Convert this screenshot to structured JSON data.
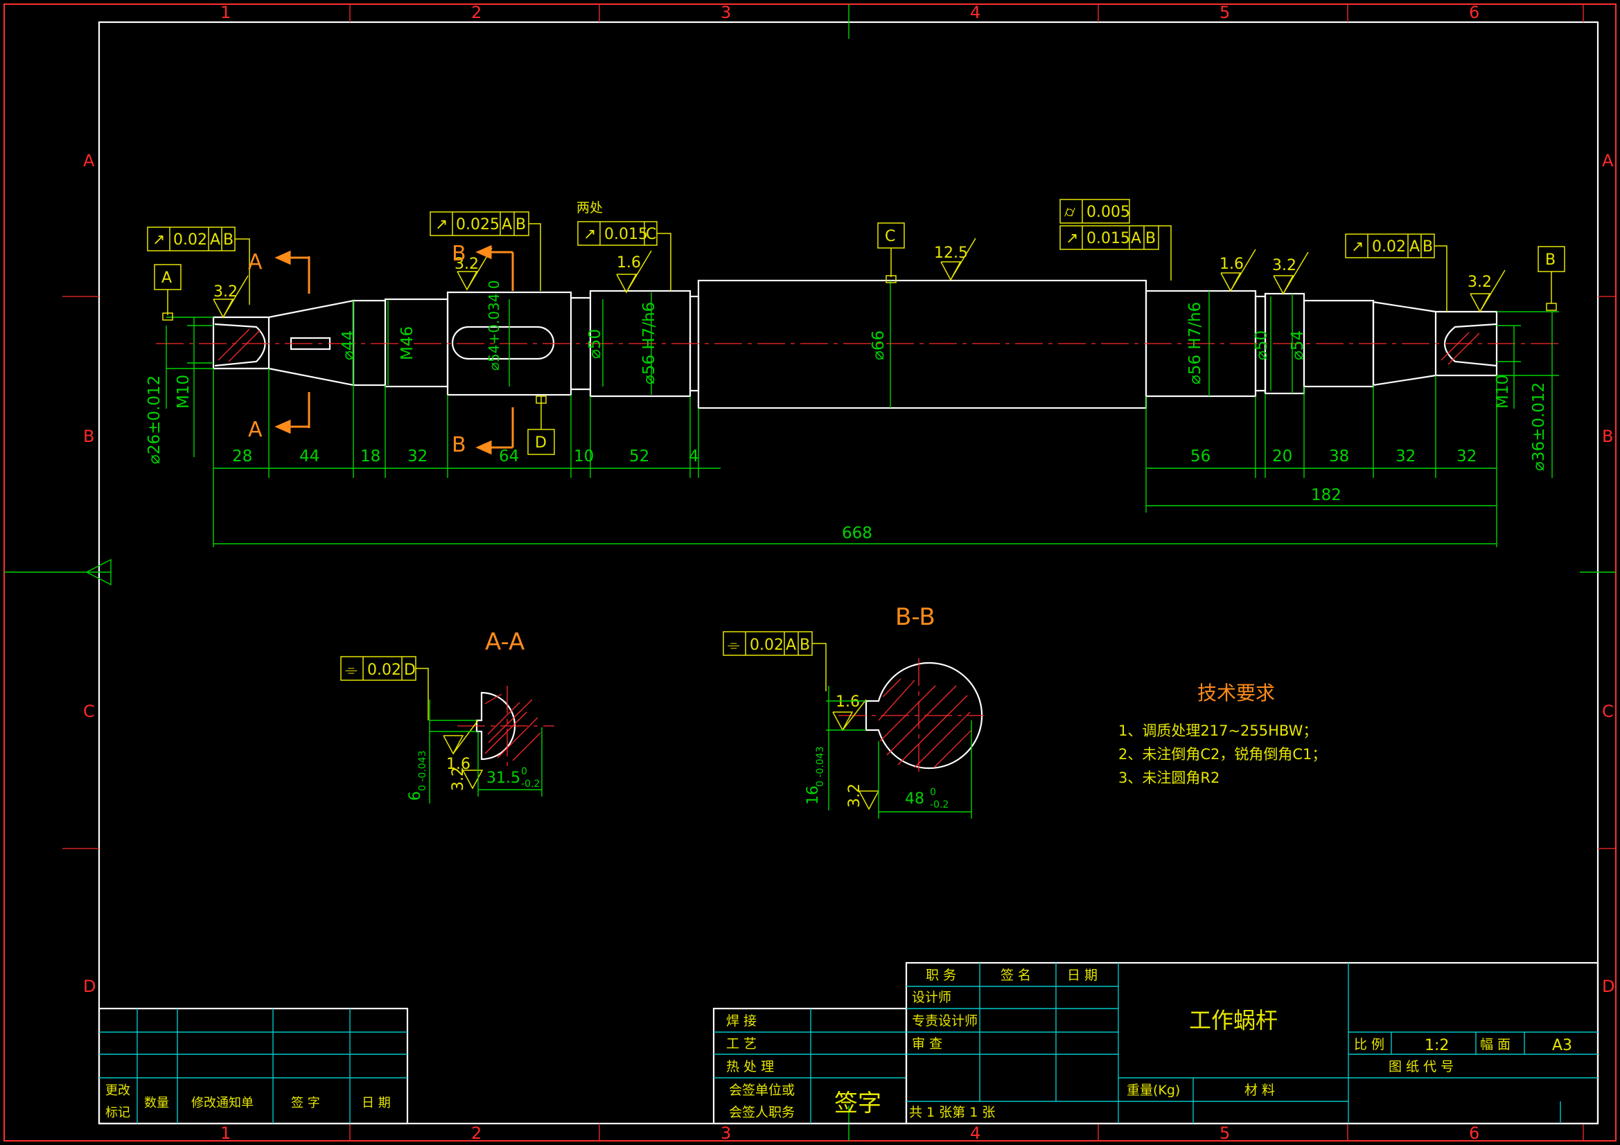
{
  "frame": {
    "zone_columns": [
      "1",
      "2",
      "3",
      "4",
      "5",
      "6"
    ],
    "zone_rows": [
      "A",
      "B",
      "C",
      "D"
    ]
  },
  "dimensions": {
    "linear": [
      "28",
      "44",
      "18",
      "32",
      "64",
      "10",
      "52",
      "4",
      "56",
      "20",
      "38",
      "32",
      "32"
    ],
    "overall_right": "182",
    "overall_total": "668",
    "diameters": [
      "⌀44",
      "M46",
      "⌀54+0.034 0",
      "⌀50",
      "⌀56 H7/h6",
      "⌀66",
      "⌀56 H7/h6",
      "⌀50",
      "⌀54"
    ],
    "left_dia": "⌀26±0.012",
    "left_thread": "M10",
    "right_dia": "⌀36±0.012",
    "right_thread": "M10"
  },
  "roughness": [
    "3.2",
    "3.2",
    "1.6",
    "12.5",
    "1.6",
    "3.2",
    "3.2"
  ],
  "note_two_places": "两处",
  "tolerance_frames": [
    {
      "sym": "↗",
      "val": "0.02",
      "refs": [
        "A",
        "B"
      ]
    },
    {
      "sym": "↗",
      "val": "0.025",
      "refs": [
        "A",
        "B"
      ]
    },
    {
      "sym": "↗",
      "val": "0.015",
      "refs": [
        "C"
      ]
    },
    {
      "sym": "⌭",
      "val": "0.005",
      "refs": []
    },
    {
      "sym": "↗",
      "val": "0.015",
      "refs": [
        "A",
        "B"
      ]
    },
    {
      "sym": "↗",
      "val": "0.02",
      "refs": [
        "A",
        "B"
      ]
    }
  ],
  "datums": [
    "A",
    "B",
    "C",
    "D"
  ],
  "section_marks": {
    "a": "A",
    "b": "B"
  },
  "section_aa": {
    "title": "A-A",
    "frame_sym": "⌯",
    "frame_val": "0.02",
    "frame_ref": "D",
    "rough1": "1.6",
    "rough2": "3.2",
    "width": "31.5",
    "width_tol_up": "0",
    "width_tol_low": "-0.2",
    "key": "6",
    "key_tol": "0 -0.043"
  },
  "section_bb": {
    "title": "B-B",
    "frame_sym": "⌯",
    "frame_val": "0.02",
    "frame_refs": [
      "A",
      "B"
    ],
    "rough1": "1.6",
    "rough2": "3.2",
    "width": "48",
    "width_tol_up": "0",
    "width_tol_low": "-0.2",
    "key": "16",
    "key_tol": "0 -0.043"
  },
  "tech_req": {
    "title": "技术要求",
    "items": [
      "1、调质处理217~255HBW；",
      "2、未注倒角C2，锐角倒角C1；",
      "3、未注圆角R2"
    ]
  },
  "title_block": {
    "rev_headers": [
      "更改\n标记",
      "数量",
      "修改通知单",
      "签 字",
      "日 期"
    ],
    "rev_h1": "更改",
    "rev_h2": "标记",
    "weld": "焊 接",
    "process": "工 艺",
    "heat": "热 处 理",
    "cosign1": "会签单位或",
    "cosign2": "会签人职务",
    "sign": "签字",
    "duty": "职 务",
    "signname": "签 名",
    "date": "日 期",
    "designer": "设计师",
    "chief": "专责设计师",
    "review": "审 查",
    "sheets": "共 1 张第 1 张",
    "part_name": "工作蜗杆",
    "weight": "重量(Kg)",
    "material": "材 料",
    "scale_label": "比 例",
    "scale": "1:2",
    "format_label": "幅 面",
    "format": "A3",
    "drawing_no": "图 纸 代 号"
  },
  "colors": {
    "outline": "#ffffff",
    "dim": "#00d400",
    "annot": "#e6e600",
    "section": "#ff8c1a",
    "hatch": "#ff2a2a",
    "table": "#00c8c8"
  }
}
